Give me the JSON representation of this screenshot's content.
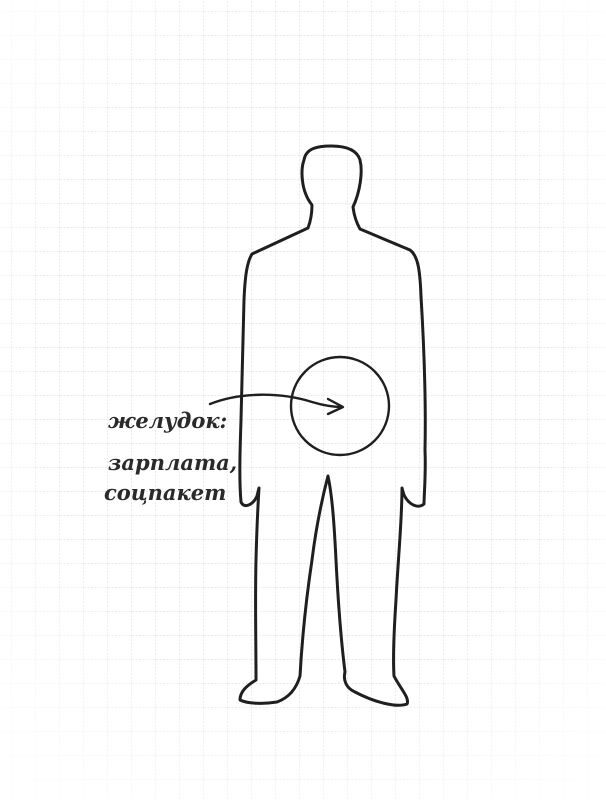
{
  "annotation": {
    "title": "желудок:",
    "line1": "зарплата,",
    "line2": "соцпакет"
  },
  "colors": {
    "background": "#ffffff",
    "grid": "#d9d9d9",
    "ink": "#1f1f1f"
  },
  "icons": [
    "person-silhouette-icon",
    "stomach-circle-icon",
    "arrow-icon"
  ]
}
